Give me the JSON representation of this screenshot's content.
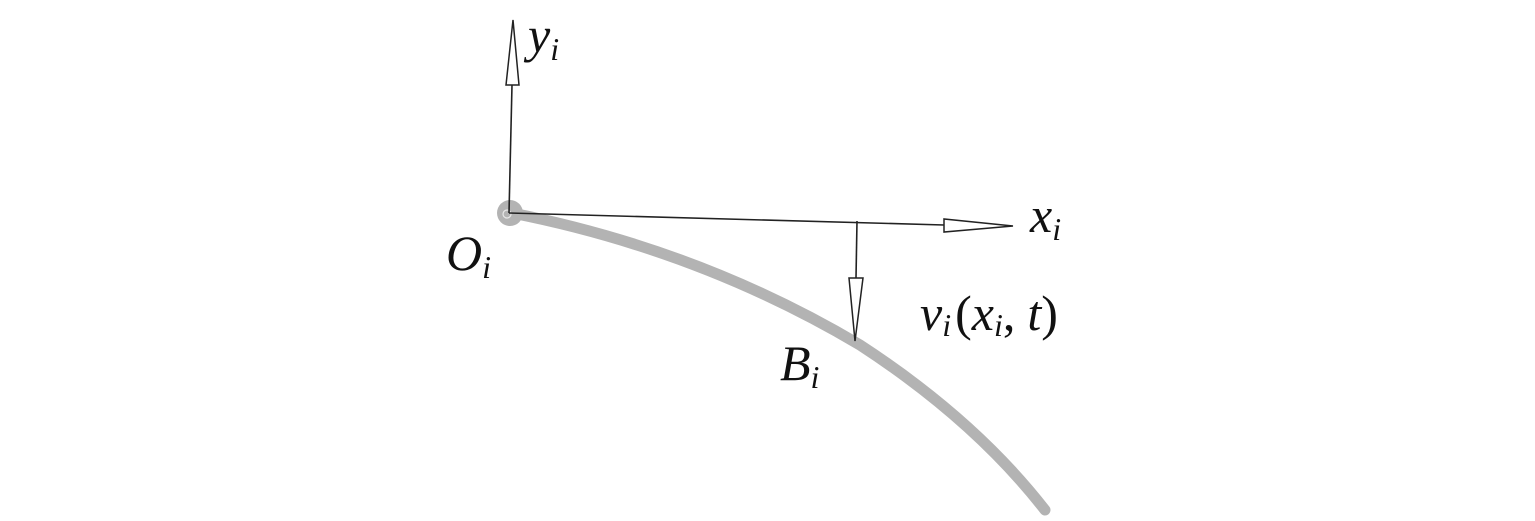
{
  "diagram": {
    "labels": {
      "y_axis": {
        "main": "y",
        "sub": "i"
      },
      "x_axis": {
        "main": "x",
        "sub": "i"
      },
      "origin": {
        "main": "O",
        "sub": "i"
      },
      "point": {
        "main": "B",
        "sub": "i"
      },
      "deflection": {
        "v": "v",
        "v_sub": "i",
        "open": "(",
        "x": "x",
        "x_sub": "i",
        "sep": ",",
        "t": "t",
        "close": ")"
      }
    },
    "colors": {
      "beam": "#b3b3b3",
      "axis": "#222222"
    }
  }
}
